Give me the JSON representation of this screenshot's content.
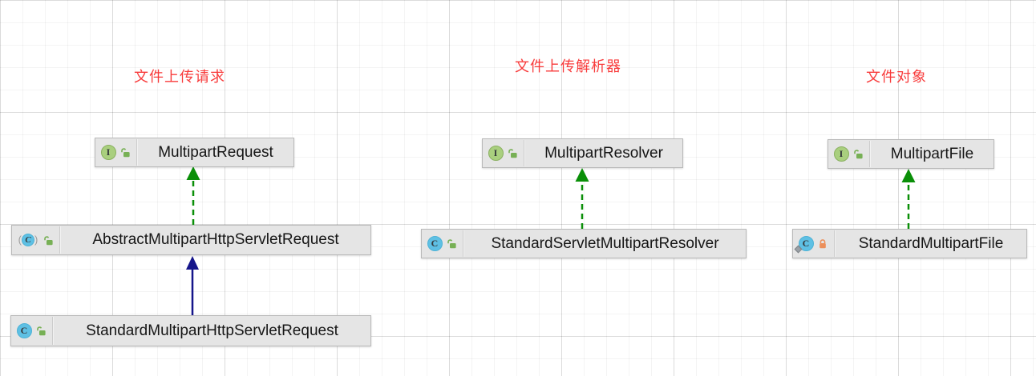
{
  "diagram": {
    "type": "uml-class-diagram",
    "labels": [
      {
        "text": "文件上传请求"
      },
      {
        "text": "文件上传解析器"
      },
      {
        "text": "文件对象"
      }
    ],
    "nodes": [
      {
        "name": "MultipartRequest",
        "kind": "interface",
        "letter": "I",
        "visibility": "public"
      },
      {
        "name": "AbstractMultipartHttpServletRequest",
        "kind": "abstract-class",
        "letter": "C",
        "visibility": "public"
      },
      {
        "name": "StandardMultipartHttpServletRequest",
        "kind": "class",
        "letter": "C",
        "visibility": "public"
      },
      {
        "name": "MultipartResolver",
        "kind": "interface",
        "letter": "I",
        "visibility": "public"
      },
      {
        "name": "StandardServletMultipartResolver",
        "kind": "class",
        "letter": "C",
        "visibility": "public"
      },
      {
        "name": "MultipartFile",
        "kind": "interface",
        "letter": "I",
        "visibility": "public"
      },
      {
        "name": "StandardMultipartFile",
        "kind": "nested-class",
        "letter": "C",
        "visibility": "package-private"
      }
    ],
    "edges": [
      {
        "type": "implements",
        "from": "AbstractMultipartHttpServletRequest",
        "to": "MultipartRequest"
      },
      {
        "type": "extends",
        "from": "StandardMultipartHttpServletRequest",
        "to": "AbstractMultipartHttpServletRequest"
      },
      {
        "type": "implements",
        "from": "StandardServletMultipartResolver",
        "to": "MultipartResolver"
      },
      {
        "type": "implements",
        "from": "StandardMultipartFile",
        "to": "MultipartFile"
      }
    ],
    "abstract_paren_open": "(",
    "abstract_paren_close": ")",
    "colors": {
      "implements_edge": "#0a8f08",
      "extends_edge": "#15158a",
      "label_red": "#f83b3b",
      "interface_icon": "#a9cf7e",
      "class_icon": "#5ec0e4",
      "public_lock": "#77b055",
      "package_lock": "#ec8f5a",
      "node_bg": "#e5e5e5"
    }
  }
}
